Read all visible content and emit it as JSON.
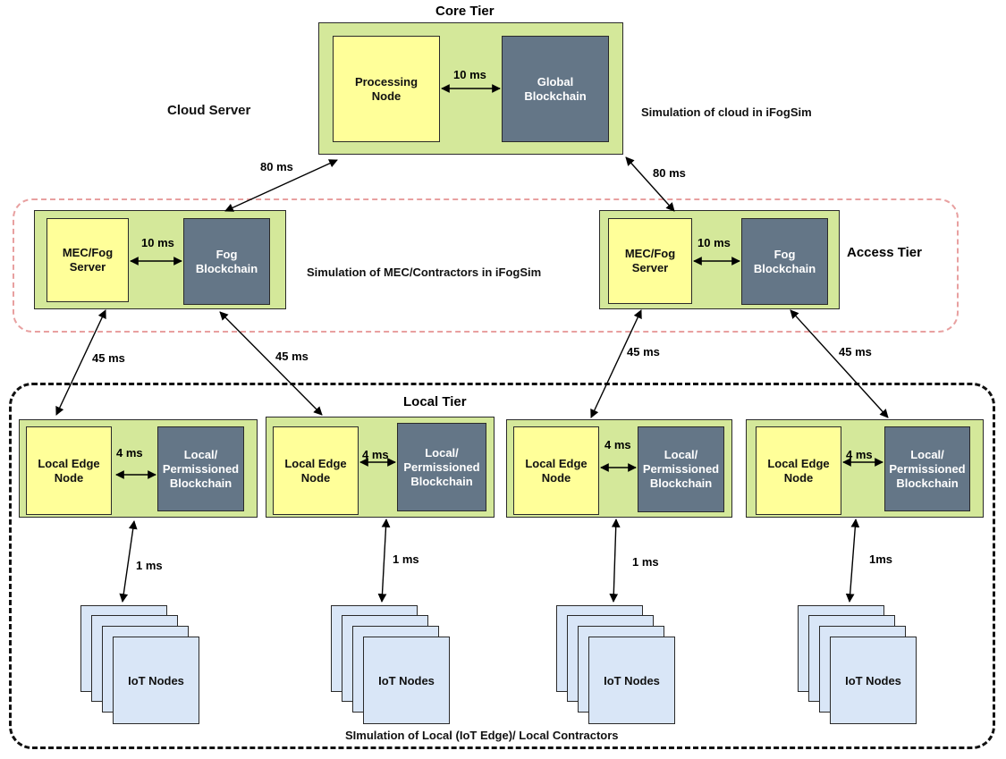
{
  "tiers": {
    "core": "Core Tier",
    "access": "Access Tier",
    "local": "Local Tier"
  },
  "labels": {
    "cloud_server": "Cloud Server",
    "cloud_sim": "Simulation of cloud in iFogSim",
    "mec_sim": "Simulation of MEC/Contractors in iFogSim",
    "local_sim": "SImulation of  Local (IoT Edge)/ Local Contractors"
  },
  "core": {
    "processing_node": "Processing\nNode",
    "global_blockchain": "Global\nBlockchain",
    "link_latency": "10 ms"
  },
  "links": {
    "cloud_to_fog_left": "80 ms",
    "cloud_to_fog_right": "80 ms",
    "fog_to_local": [
      "45 ms",
      "45 ms",
      "45 ms",
      "45 ms"
    ],
    "local_to_iot": [
      "1 ms",
      "1 ms",
      "1 ms",
      "1ms"
    ]
  },
  "fog_nodes": [
    {
      "server": "MEC/Fog\nServer",
      "blockchain": "Fog\nBlockchain",
      "latency": "10 ms"
    },
    {
      "server": "MEC/Fog\nServer",
      "blockchain": "Fog\nBlockchain",
      "latency": "10 ms"
    }
  ],
  "local_nodes": [
    {
      "edge": "Local Edge\nNode",
      "blockchain": "Local/\nPermissioned\nBlockchain",
      "latency": "4 ms"
    },
    {
      "edge": "Local Edge\nNode",
      "blockchain": "Local/\nPermissioned\nBlockchain",
      "latency": "4 ms"
    },
    {
      "edge": "Local Edge\nNode",
      "blockchain": "Local/\nPermissioned\nBlockchain",
      "latency": "4 ms"
    },
    {
      "edge": "Local Edge\nNode",
      "blockchain": "Local/\nPermissioned\nBlockchain",
      "latency": "4 ms"
    }
  ],
  "iot_groups": [
    "IoT Nodes",
    "IoT Nodes",
    "IoT Nodes",
    "IoT Nodes"
  ],
  "colors": {
    "container_green": "#d4e89a",
    "node_yellow": "#ffff99",
    "blockchain_slate": "#647687",
    "iot_blue": "#d9e6f7",
    "access_region_border": "#e8a0a0",
    "local_region_border": "#111111"
  }
}
